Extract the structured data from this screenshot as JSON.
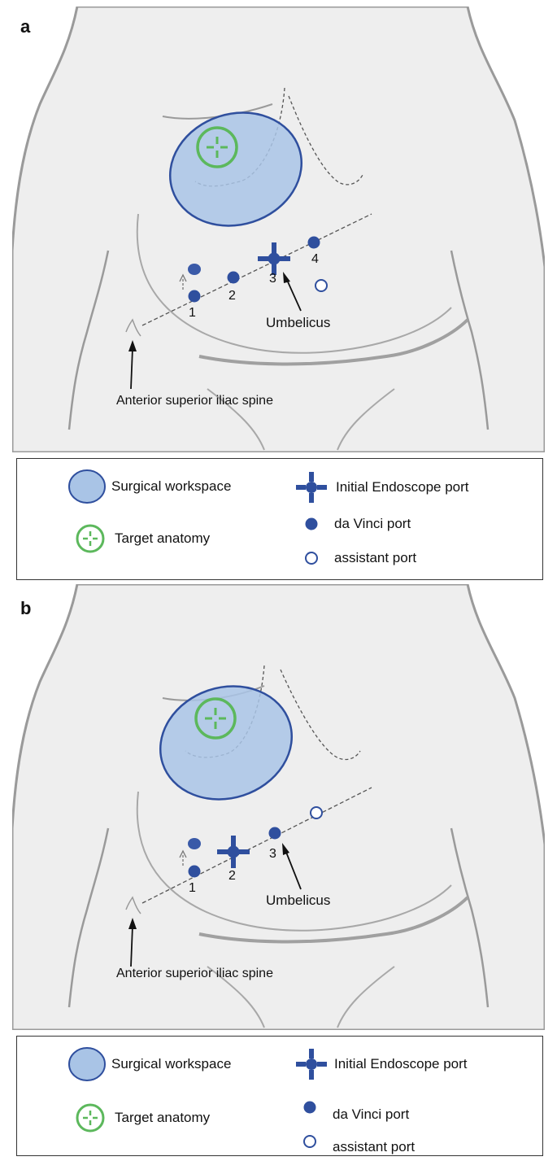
{
  "panels": [
    {
      "letter": "a",
      "ports": [
        {
          "number": "1"
        },
        {
          "number": "2"
        },
        {
          "number": "3"
        },
        {
          "number": "4"
        }
      ],
      "labels": {
        "umbilicus": "Umbelicus",
        "iliac": "Anterior superior iliac spine"
      }
    },
    {
      "letter": "b",
      "ports": [
        {
          "number": "1"
        },
        {
          "number": "2"
        },
        {
          "number": "3"
        }
      ],
      "labels": {
        "umbilicus": "Umbelicus",
        "iliac": "Anterior superior iliac spine"
      }
    }
  ],
  "legend": {
    "surgical_workspace": "Surgical workspace",
    "target_anatomy": "Target anatomy",
    "initial_endoscope_port": "Initial Endoscope port",
    "da_vinci_port": "da Vinci port",
    "assistant_port": "assistant port"
  },
  "colors": {
    "port_blue": "#2f4f9e",
    "workspace_fill": "#a9c4e6",
    "workspace_stroke": "#2f4f9e",
    "target_green": "#5cb85c",
    "body_fill": "#eeeeee",
    "body_stroke": "#9a9a9a"
  },
  "icons": [
    "surgical-workspace-icon",
    "target-anatomy-icon",
    "endoscope-port-icon",
    "da-vinci-port-icon",
    "assistant-port-icon"
  ]
}
